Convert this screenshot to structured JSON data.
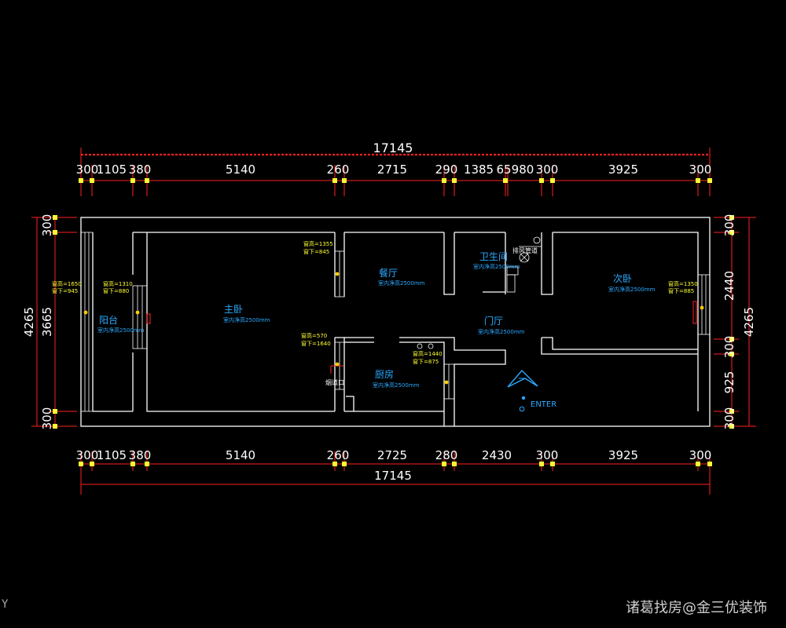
{
  "top": {
    "total": "17145",
    "segments": [
      "300",
      "1105",
      "380",
      "5140",
      "260",
      "2715",
      "290",
      "1385",
      "65",
      "980",
      "300",
      "3925",
      "300"
    ]
  },
  "bottom": {
    "total": "17145",
    "segments": [
      "300",
      "1105",
      "380",
      "5140",
      "260",
      "2725",
      "280",
      "2430",
      "300",
      "3925",
      "300"
    ]
  },
  "left": {
    "outer": "4265",
    "inner": [
      "300",
      "3665",
      "300"
    ]
  },
  "right": {
    "outer": "4265",
    "inner": [
      "300",
      "2440",
      "300",
      "925",
      "300"
    ]
  },
  "rooms": {
    "balcony": {
      "name": "阳台",
      "height": "室内净高2500mm"
    },
    "master": {
      "name": "主卧",
      "height": "室内净高2500mm"
    },
    "dining": {
      "name": "餐厅",
      "height": "室内净高2500mm"
    },
    "bath": {
      "name": "卫生间",
      "height": "室内净高2500mm"
    },
    "second": {
      "name": "次卧",
      "height": "室内净高2500mm"
    },
    "foyer": {
      "name": "门厅",
      "height": "室内净高2500mm"
    },
    "kitchen": {
      "name": "厨房",
      "height": "室内净高2500mm"
    }
  },
  "windows": {
    "w1": {
      "h": "窗高=1650",
      "b": "窗下=945"
    },
    "w2": {
      "h": "窗高=1310",
      "b": "窗下=880"
    },
    "w3": {
      "h": "窗高=1355",
      "b": "窗下=845"
    },
    "w4": {
      "h": "窗高=570",
      "b": "窗下=1640"
    },
    "w5": {
      "h": "窗高=1440",
      "b": "窗下=875"
    },
    "w6": {
      "h": "窗高=1350",
      "b": "窗下=885"
    }
  },
  "notes": {
    "duct": "排风管道",
    "flue": "烟道口"
  },
  "enter": "ENTER",
  "watermark": "诸葛找房@金三优装饰",
  "corner": "Y",
  "colors": {
    "background": "#000000",
    "walls": "#ffffff",
    "dimension_lines": "#ff2020",
    "room_labels": "#29a9ff",
    "window_labels": "#ffff33"
  }
}
